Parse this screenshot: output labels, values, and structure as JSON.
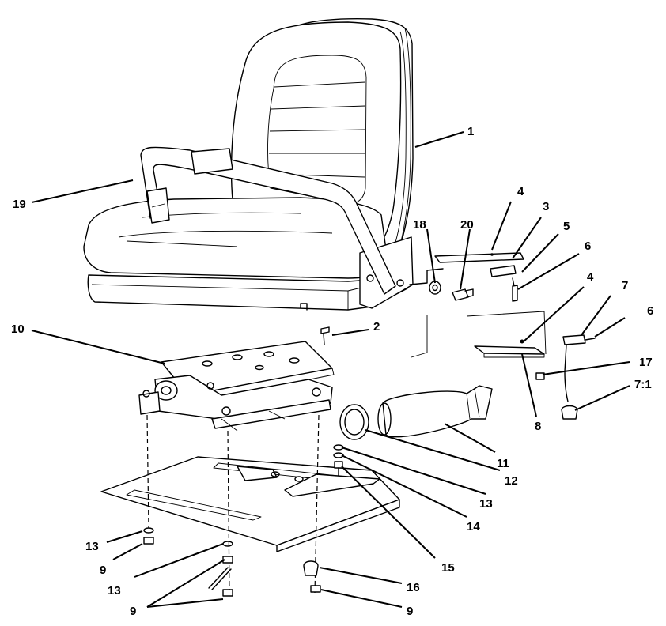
{
  "callouts": [
    {
      "id": "c1",
      "text": "1"
    },
    {
      "id": "c2",
      "text": "2"
    },
    {
      "id": "c3",
      "text": "3"
    },
    {
      "id": "c4a",
      "text": "4"
    },
    {
      "id": "c4b",
      "text": "4"
    },
    {
      "id": "c5",
      "text": "5"
    },
    {
      "id": "c6a",
      "text": "6"
    },
    {
      "id": "c6b",
      "text": "6"
    },
    {
      "id": "c7",
      "text": "7"
    },
    {
      "id": "c71",
      "text": "7:1"
    },
    {
      "id": "c8",
      "text": "8"
    },
    {
      "id": "c9a",
      "text": "9"
    },
    {
      "id": "c9b",
      "text": "9"
    },
    {
      "id": "c9c",
      "text": "9"
    },
    {
      "id": "c10",
      "text": "10"
    },
    {
      "id": "c11",
      "text": "11"
    },
    {
      "id": "c12",
      "text": "12"
    },
    {
      "id": "c13a",
      "text": "13"
    },
    {
      "id": "c13b",
      "text": "13"
    },
    {
      "id": "c13c",
      "text": "13"
    },
    {
      "id": "c14",
      "text": "14"
    },
    {
      "id": "c15",
      "text": "15"
    },
    {
      "id": "c16",
      "text": "16"
    },
    {
      "id": "c17",
      "text": "17"
    },
    {
      "id": "c18",
      "text": "18"
    },
    {
      "id": "c19",
      "text": "19"
    },
    {
      "id": "c20",
      "text": "20"
    }
  ]
}
